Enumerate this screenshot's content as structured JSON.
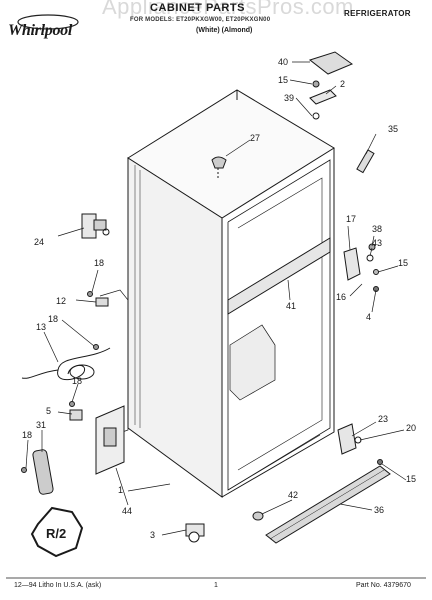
{
  "header": {
    "brand": "Whirlpool",
    "title": "CABINET PARTS",
    "subtitle": "FOR MODELS: ET20PKXGW00, ET20PKXGN00",
    "colors": "(White)   (Almond)",
    "category": "REFRIGERATOR",
    "watermark": "AppliancePartsPros.com"
  },
  "callouts": [
    {
      "label": "40"
    },
    {
      "label": "15"
    },
    {
      "label": "2"
    },
    {
      "label": "39"
    },
    {
      "label": "35"
    },
    {
      "label": "27"
    },
    {
      "label": "24"
    },
    {
      "label": "17"
    },
    {
      "label": "38"
    },
    {
      "label": "43"
    },
    {
      "label": "15"
    },
    {
      "label": "18"
    },
    {
      "label": "12"
    },
    {
      "label": "41"
    },
    {
      "label": "16"
    },
    {
      "label": "4"
    },
    {
      "label": "18"
    },
    {
      "label": "13"
    },
    {
      "label": "18"
    },
    {
      "label": "5"
    },
    {
      "label": "18"
    },
    {
      "label": "31"
    },
    {
      "label": "23"
    },
    {
      "label": "20"
    },
    {
      "label": "15"
    },
    {
      "label": "1"
    },
    {
      "label": "44"
    },
    {
      "label": "42"
    },
    {
      "label": "36"
    },
    {
      "label": "3"
    }
  ],
  "badge": "R/2",
  "footer": {
    "left": "12—94 Litho In U.S.A. (ask)",
    "center": "1",
    "right": "Part No. 4379670"
  }
}
